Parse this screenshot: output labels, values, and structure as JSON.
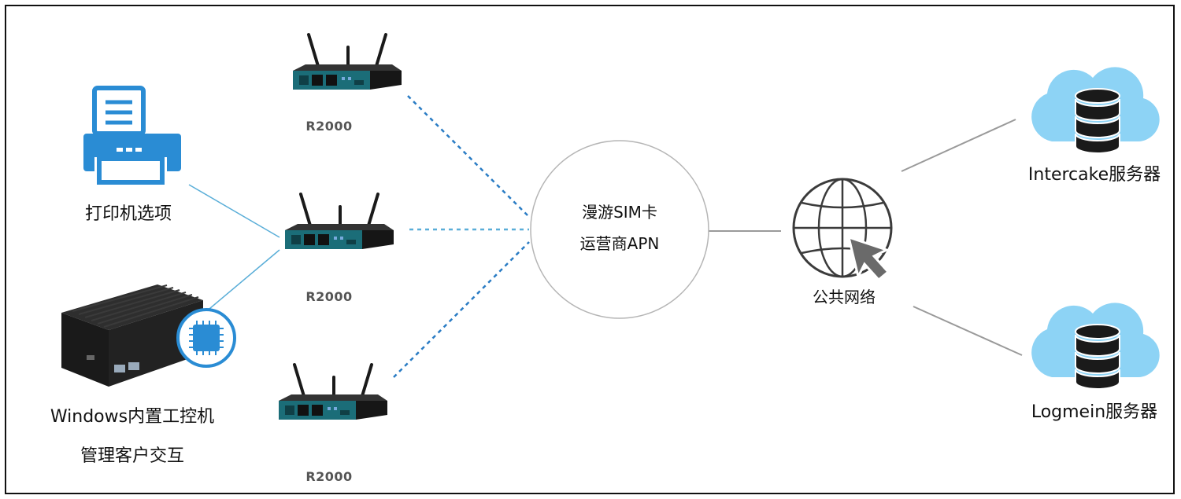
{
  "nodes": {
    "printer": {
      "label": "打印机选项"
    },
    "ipc": {
      "label_line1": "Windows内置工控机",
      "label_line2": "管理客户交互"
    },
    "router_top": {
      "label": "R2000"
    },
    "router_mid": {
      "label": "R2000"
    },
    "router_bottom": {
      "label": "R2000"
    },
    "sim": {
      "label_line1": "漫游SIM卡",
      "label_line2": "运营商APN"
    },
    "internet": {
      "label": "公共网络"
    },
    "server_intercake": {
      "label": "Intercake服务器"
    },
    "server_logmein": {
      "label": "Logmein服务器"
    }
  },
  "colors": {
    "accent_blue": "#2a8cd4",
    "cloud_blue": "#8dd3f5",
    "router_teal": "#1b6d78",
    "line_gray": "#9a9a9a",
    "line_blue": "#5aaed8"
  },
  "icons": {
    "printer": "printer-icon",
    "ipc": "industrial-pc-icon",
    "chip": "chip-icon",
    "router": "router-icon",
    "globe": "globe-icon",
    "cursor": "cursor-arrow-icon",
    "server": "cloud-database-icon"
  }
}
